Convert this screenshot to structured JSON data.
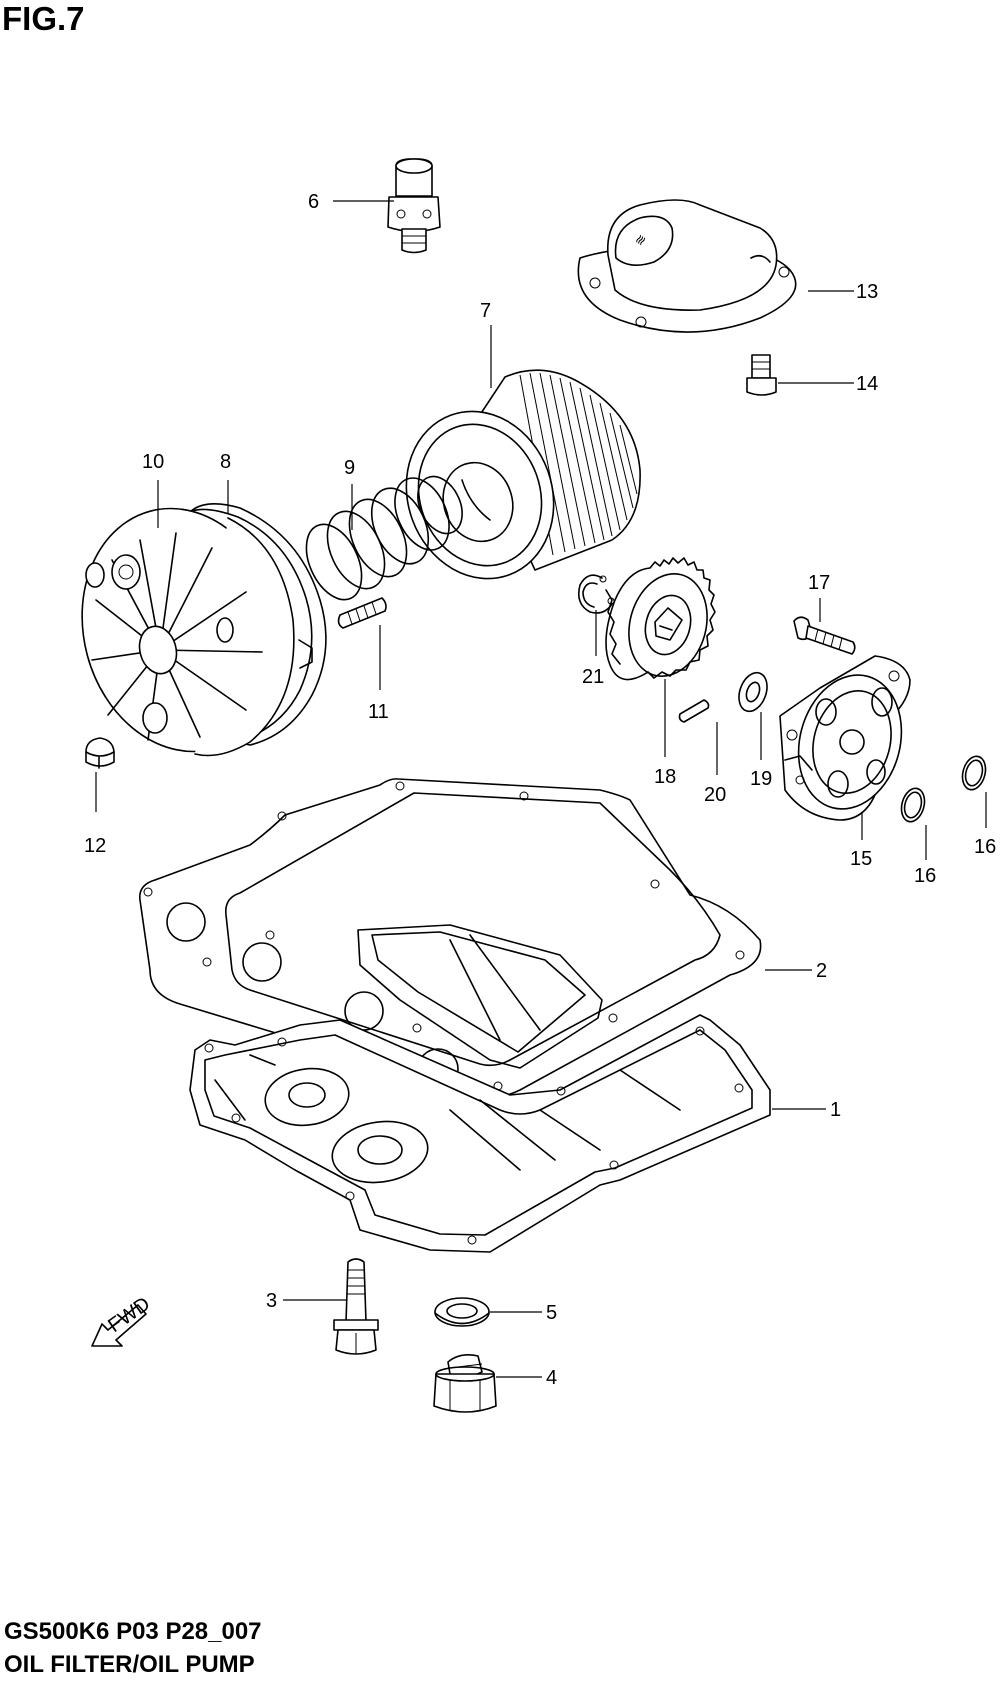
{
  "figure": {
    "title": "FIG.7",
    "caption_code": "GS500K6 P03 P28_007",
    "caption_name": "OIL FILTER/OIL PUMP"
  },
  "fwd_label": "FWD",
  "callouts": {
    "c1": "1",
    "c2": "2",
    "c3": "3",
    "c4": "4",
    "c5": "5",
    "c6": "6",
    "c7": "7",
    "c8": "8",
    "c9": "9",
    "c10": "10",
    "c11": "11",
    "c12": "12",
    "c13": "13",
    "c14": "14",
    "c15": "15",
    "c16a": "16",
    "c16b": "16",
    "c17": "17",
    "c18": "18",
    "c19": "19",
    "c20": "20",
    "c21": "21"
  }
}
